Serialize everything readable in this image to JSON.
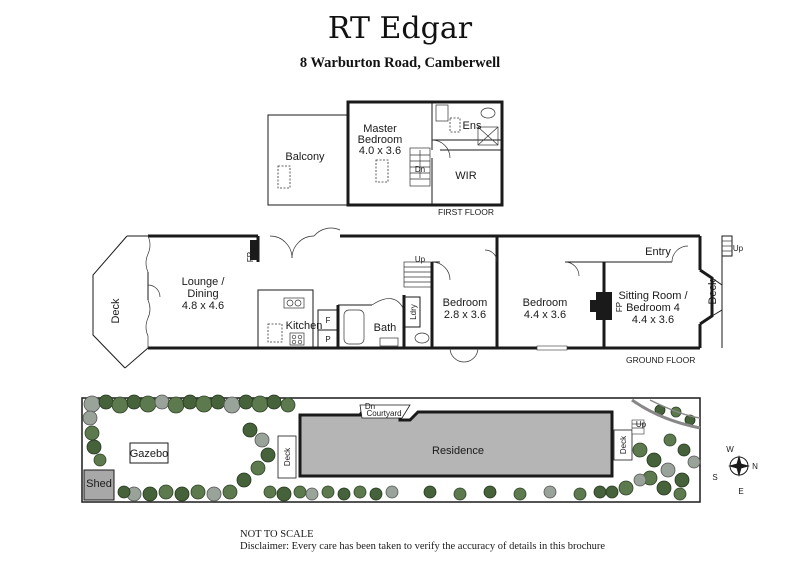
{
  "header": {
    "brand": "RT Edgar",
    "address": "8 Warburton Road, Camberwell"
  },
  "first_floor": {
    "label": "FIRST FLOOR",
    "balcony": "Balcony",
    "master_name_1": "Master",
    "master_name_2": "Bedroom",
    "master_dims": "4.0 x 3.6",
    "ensuite": "Ens",
    "wir": "WIR",
    "stair_dn": "Dn"
  },
  "ground_floor": {
    "label": "GROUND FLOOR",
    "lounge_1": "Lounge /",
    "lounge_2": "Dining",
    "lounge_dims": "4.8 x 4.6",
    "deck_rear": "Deck",
    "kitchen": "Kitchen",
    "fridge": "F",
    "pantry": "P",
    "bath": "Bath",
    "laundry": "Ldry",
    "stair_up": "Up",
    "bedroom_a": "Bedroom",
    "bedroom_a_dims": "2.8 x 3.6",
    "bedroom_b": "Bedroom",
    "bedroom_b_dims": "4.4 x 3.6",
    "sitting_1": "Sitting Room /",
    "sitting_2": "Bedroom 4",
    "sitting_dims": "4.4 x 3.6",
    "fireplace": "FP",
    "fireplace_lounge": "FP",
    "entry": "Entry",
    "deck_front": "Deck",
    "front_up": "Up"
  },
  "site": {
    "residence": "Residence",
    "courtyard": "Courtyard",
    "courtyard_dn": "Dn",
    "deck_rear": "Deck",
    "deck_front": "Deck",
    "front_up": "Up",
    "gazebo": "Gazebo",
    "shed": "Shed"
  },
  "compass": {
    "north": "N",
    "south": "S",
    "east": "E",
    "west": "W"
  },
  "footer": {
    "scale_note": "NOT TO SCALE",
    "disclaimer": "Disclaimer: Every care has been taken to verify the accuracy of details in this brochure"
  },
  "colors": {
    "wall": "#1a1a1a",
    "vegetation": "#5d7a4e",
    "lawn": "#ffffff",
    "paving": "#b8b8b8",
    "shed": "#a8a8a8",
    "residence": "#b5b5b5"
  }
}
